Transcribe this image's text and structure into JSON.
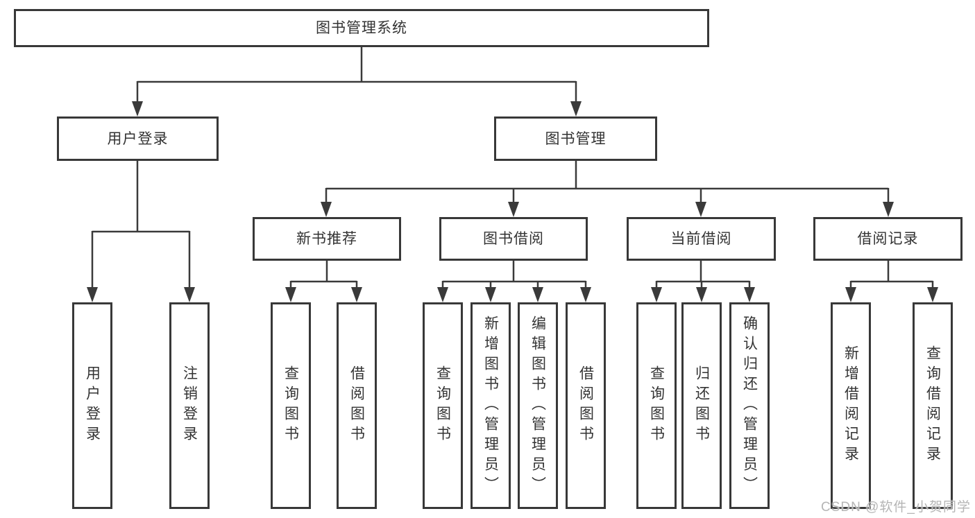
{
  "diagram": {
    "root": {
      "label": "图书管理系统"
    },
    "level1": [
      {
        "label": "用户登录",
        "children": [
          {
            "label": "用户登录"
          },
          {
            "label": "注销登录"
          }
        ]
      },
      {
        "label": "图书管理",
        "groups": [
          {
            "label": "新书推荐",
            "children": [
              {
                "label": "查询图书"
              },
              {
                "label": "借阅图书"
              }
            ]
          },
          {
            "label": "图书借阅",
            "children": [
              {
                "label": "查询图书"
              },
              {
                "label": "新增图书（管理员）"
              },
              {
                "label": "编辑图书（管理员）"
              },
              {
                "label": "借阅图书"
              }
            ]
          },
          {
            "label": "当前借阅",
            "children": [
              {
                "label": "查询图书"
              },
              {
                "label": "归还图书"
              },
              {
                "label": "确认归还（管理员）"
              }
            ]
          },
          {
            "label": "借阅记录",
            "children": [
              {
                "label": "新增借阅记录"
              },
              {
                "label": "查询借阅记录"
              }
            ]
          }
        ]
      }
    ]
  },
  "watermark": {
    "text": "CSDN @软件_小贺同学"
  },
  "colors": {
    "line": "#3a3a3a",
    "box_border": "#383838",
    "box_fill": "#ffffff",
    "text": "#333333",
    "watermark": "#b5b5b5"
  }
}
